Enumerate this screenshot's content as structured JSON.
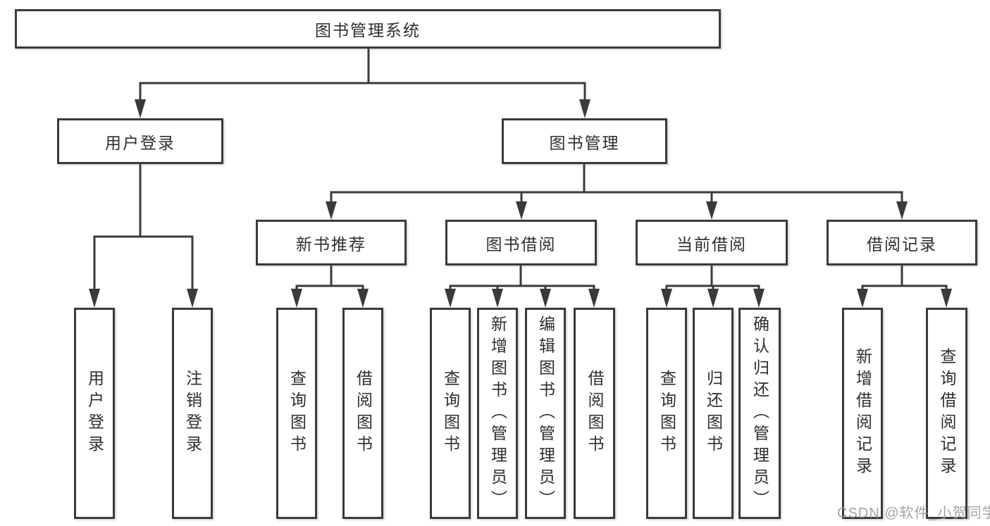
{
  "diagram": {
    "title": "图书管理系统",
    "root": {
      "label": "图书管理系统"
    },
    "level2": [
      {
        "label": "用户登录",
        "children": [
          "用户登录",
          "注销登录"
        ]
      },
      {
        "label": "图书管理"
      }
    ],
    "level3": [
      {
        "label": "新书推荐",
        "children": [
          "查询图书",
          "借阅图书"
        ]
      },
      {
        "label": "图书借阅",
        "children": [
          "查询图书",
          "新增图书（管理员）",
          "编辑图书（管理员）",
          "借阅图书"
        ]
      },
      {
        "label": "当前借阅",
        "children": [
          "查询图书",
          "归还图书",
          "确认归还（管理员）"
        ]
      },
      {
        "label": "借阅记录",
        "children": [
          "新增借阅记录",
          "查询借阅记录"
        ]
      }
    ],
    "colors": {
      "line": "#3a3a3a",
      "text": "#2e2e2e",
      "box_background": "#ffffff",
      "watermark": "#9e9e9e"
    },
    "watermark": "CSDN @软件_小贺同学"
  }
}
